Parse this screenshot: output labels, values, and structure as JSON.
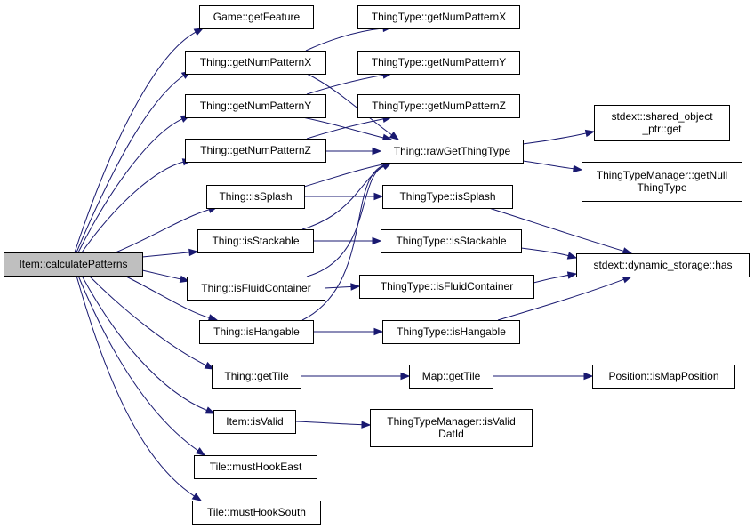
{
  "diagram": {
    "type": "call-graph",
    "nodes": [
      {
        "id": "root",
        "lines": [
          "Item::calculatePatterns"
        ],
        "root": true
      },
      {
        "id": "game_getfeature",
        "lines": [
          "Game::getFeature"
        ]
      },
      {
        "id": "thing_getnumpatternx",
        "lines": [
          "Thing::getNumPatternX"
        ]
      },
      {
        "id": "thing_getnumpatterny",
        "lines": [
          "Thing::getNumPatternY"
        ]
      },
      {
        "id": "thing_getnumpatternz",
        "lines": [
          "Thing::getNumPatternZ"
        ]
      },
      {
        "id": "thing_issplash",
        "lines": [
          "Thing::isSplash"
        ]
      },
      {
        "id": "thing_isstackable",
        "lines": [
          "Thing::isStackable"
        ]
      },
      {
        "id": "thing_isfluidcontainer",
        "lines": [
          "Thing::isFluidContainer"
        ]
      },
      {
        "id": "thing_ishangable",
        "lines": [
          "Thing::isHangable"
        ]
      },
      {
        "id": "thing_gettile",
        "lines": [
          "Thing::getTile"
        ]
      },
      {
        "id": "item_isvalid",
        "lines": [
          "Item::isValid"
        ]
      },
      {
        "id": "tile_musthookeast",
        "lines": [
          "Tile::mustHookEast"
        ]
      },
      {
        "id": "tile_musthooksouth",
        "lines": [
          "Tile::mustHookSouth"
        ]
      },
      {
        "id": "tt_getnumpatternx",
        "lines": [
          "ThingType::getNumPatternX"
        ]
      },
      {
        "id": "tt_getnumpatterny",
        "lines": [
          "ThingType::getNumPatternY"
        ]
      },
      {
        "id": "tt_getnumpatternz",
        "lines": [
          "ThingType::getNumPatternZ"
        ]
      },
      {
        "id": "thing_rawgetthingtype",
        "lines": [
          "Thing::rawGetThingType"
        ]
      },
      {
        "id": "tt_issplash",
        "lines": [
          "ThingType::isSplash"
        ]
      },
      {
        "id": "tt_isstackable",
        "lines": [
          "ThingType::isStackable"
        ]
      },
      {
        "id": "tt_isfluidcontainer",
        "lines": [
          "ThingType::isFluidContainer"
        ]
      },
      {
        "id": "tt_ishangable",
        "lines": [
          "ThingType::isHangable"
        ]
      },
      {
        "id": "map_gettile",
        "lines": [
          "Map::getTile"
        ]
      },
      {
        "id": "ttm_isvaliddatid",
        "lines": [
          "ThingTypeManager::isValid",
          "DatId"
        ]
      },
      {
        "id": "stdext_shared_object_ptr_get",
        "lines": [
          "stdext::shared_object",
          "_ptr::get"
        ]
      },
      {
        "id": "ttm_getnullthingtype",
        "lines": [
          "ThingTypeManager::getNull",
          "ThingType"
        ]
      },
      {
        "id": "stdext_dynamic_storage_has",
        "lines": [
          "stdext::dynamic_storage::has"
        ]
      },
      {
        "id": "position_ismapposition",
        "lines": [
          "Position::isMapPosition"
        ]
      }
    ],
    "edges": [
      {
        "from": "root",
        "to": "game_getfeature"
      },
      {
        "from": "root",
        "to": "thing_getnumpatternx"
      },
      {
        "from": "root",
        "to": "thing_getnumpatterny"
      },
      {
        "from": "root",
        "to": "thing_getnumpatternz"
      },
      {
        "from": "root",
        "to": "thing_issplash"
      },
      {
        "from": "root",
        "to": "thing_isstackable"
      },
      {
        "from": "root",
        "to": "thing_isfluidcontainer"
      },
      {
        "from": "root",
        "to": "thing_ishangable"
      },
      {
        "from": "root",
        "to": "thing_gettile"
      },
      {
        "from": "root",
        "to": "item_isvalid"
      },
      {
        "from": "root",
        "to": "tile_musthookeast"
      },
      {
        "from": "root",
        "to": "tile_musthooksouth"
      },
      {
        "from": "thing_getnumpatternx",
        "to": "tt_getnumpatternx"
      },
      {
        "from": "thing_getnumpatternx",
        "to": "thing_rawgetthingtype"
      },
      {
        "from": "thing_getnumpatterny",
        "to": "tt_getnumpatterny"
      },
      {
        "from": "thing_getnumpatterny",
        "to": "thing_rawgetthingtype"
      },
      {
        "from": "thing_getnumpatternz",
        "to": "tt_getnumpatternz"
      },
      {
        "from": "thing_getnumpatternz",
        "to": "thing_rawgetthingtype"
      },
      {
        "from": "thing_issplash",
        "to": "thing_rawgetthingtype"
      },
      {
        "from": "thing_issplash",
        "to": "tt_issplash"
      },
      {
        "from": "thing_isstackable",
        "to": "thing_rawgetthingtype"
      },
      {
        "from": "thing_isstackable",
        "to": "tt_isstackable"
      },
      {
        "from": "thing_isfluidcontainer",
        "to": "thing_rawgetthingtype"
      },
      {
        "from": "thing_isfluidcontainer",
        "to": "tt_isfluidcontainer"
      },
      {
        "from": "thing_ishangable",
        "to": "thing_rawgetthingtype"
      },
      {
        "from": "thing_ishangable",
        "to": "tt_ishangable"
      },
      {
        "from": "thing_rawgetthingtype",
        "to": "stdext_shared_object_ptr_get"
      },
      {
        "from": "thing_rawgetthingtype",
        "to": "ttm_getnullthingtype"
      },
      {
        "from": "tt_issplash",
        "to": "stdext_dynamic_storage_has"
      },
      {
        "from": "tt_isstackable",
        "to": "stdext_dynamic_storage_has"
      },
      {
        "from": "tt_isfluidcontainer",
        "to": "stdext_dynamic_storage_has"
      },
      {
        "from": "tt_ishangable",
        "to": "stdext_dynamic_storage_has"
      },
      {
        "from": "thing_gettile",
        "to": "map_gettile"
      },
      {
        "from": "map_gettile",
        "to": "position_ismapposition"
      },
      {
        "from": "item_isvalid",
        "to": "ttm_isvaliddatid"
      }
    ],
    "colors": {
      "edge": "#191970",
      "root_fill": "#bfbfbf",
      "node_fill": "#ffffff",
      "node_border": "#000000"
    }
  }
}
